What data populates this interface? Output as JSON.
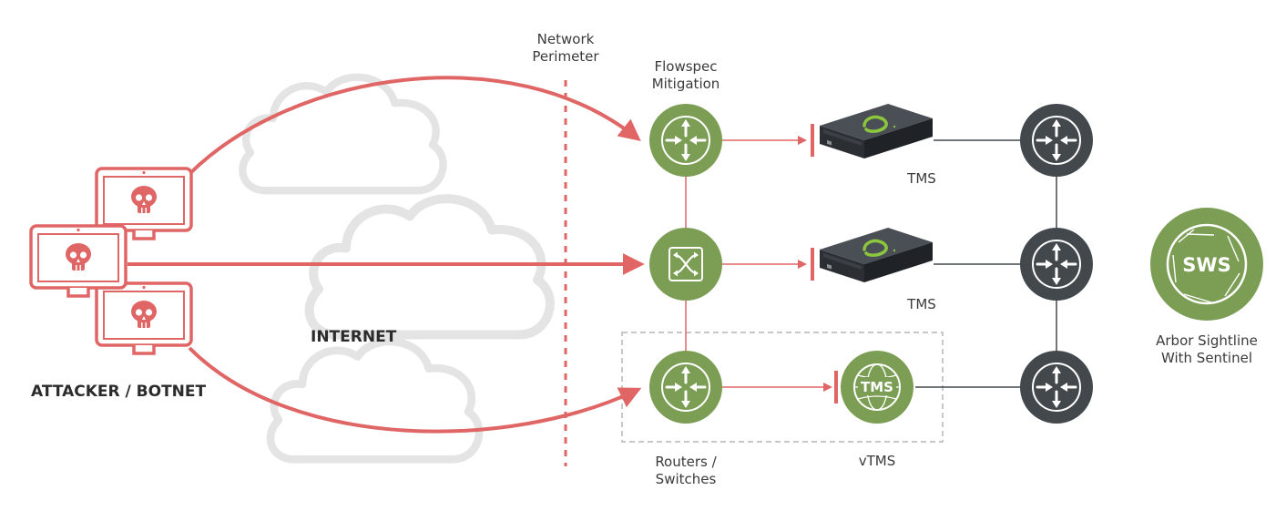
{
  "labels": {
    "network_perimeter_line1": "Network",
    "network_perimeter_line2": "Perimeter",
    "flowspec_line1": "Flowspec",
    "flowspec_line2": "Mitigation",
    "tms_top": "TMS",
    "tms_middle": "TMS",
    "internet": "INTERNET",
    "attacker": "ATTACKER / BOTNET",
    "routers_line1": "Routers /",
    "routers_line2": "Switches",
    "vtms": "vTMS",
    "sws_line1": "Arbor Sightline",
    "sws_line2": "With Sentinel",
    "vtms_badge": "TMS",
    "sws_badge": "SWS"
  },
  "icons": {
    "attacker_device": "skull-computer-icon",
    "router": "router-icon",
    "switch": "switch-icon",
    "tms_appliance": "tms-appliance-icon",
    "vtms": "globe-icon",
    "sws": "sws-shutter-icon"
  },
  "colors": {
    "attack_red": "#e06666",
    "node_green": "#7b9e54",
    "node_dark": "#43484d",
    "cloud_gray": "#e4e4e4",
    "appliance_dark": "#2e3236",
    "appliance_accent": "#8cc63f"
  }
}
